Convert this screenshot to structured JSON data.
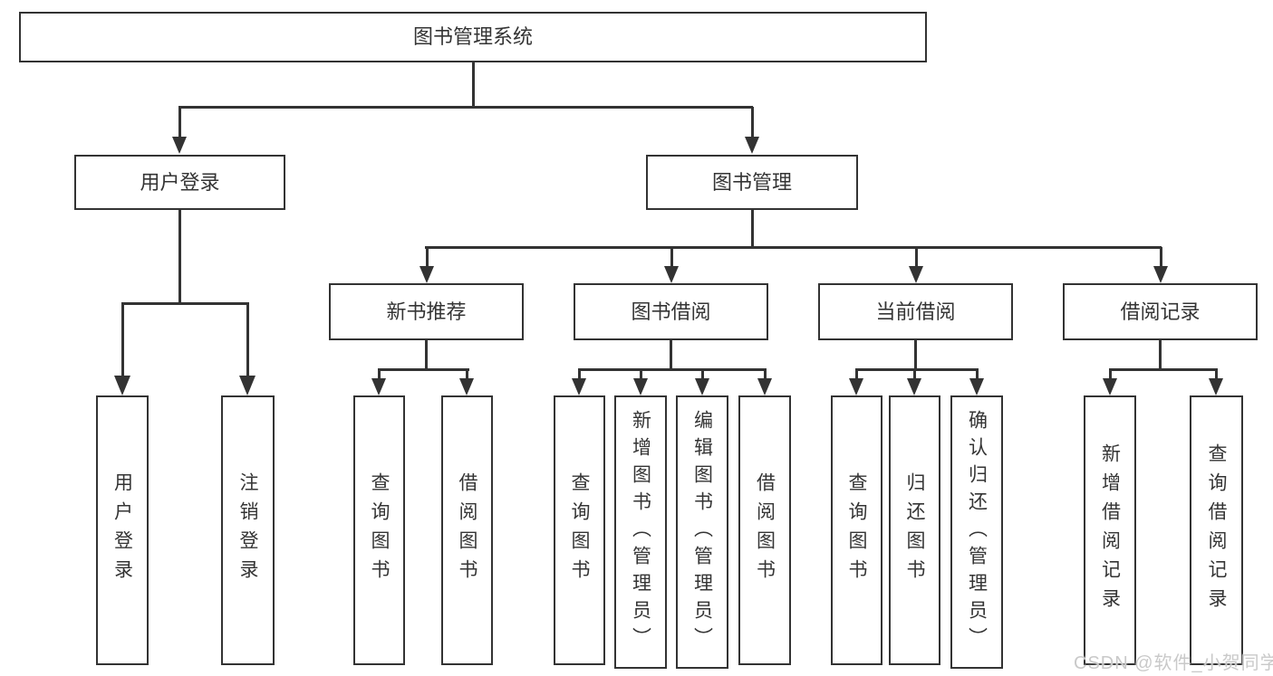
{
  "diagram": {
    "root": {
      "label": "图书管理系统"
    },
    "branches": [
      {
        "label": "用户登录",
        "children": [
          {
            "label": "用户登录"
          },
          {
            "label": "注销登录"
          }
        ]
      },
      {
        "label": "图书管理",
        "children": [
          {
            "label": "新书推荐",
            "children": [
              {
                "label": "查询图书"
              },
              {
                "label": "借阅图书"
              }
            ]
          },
          {
            "label": "图书借阅",
            "children": [
              {
                "label": "查询图书"
              },
              {
                "label": "新增图书（管理员）"
              },
              {
                "label": "编辑图书（管理员）"
              },
              {
                "label": "借阅图书"
              }
            ]
          },
          {
            "label": "当前借阅",
            "children": [
              {
                "label": "查询图书"
              },
              {
                "label": "归还图书"
              },
              {
                "label": "确认归还（管理员）"
              }
            ]
          },
          {
            "label": "借阅记录",
            "children": [
              {
                "label": "新增借阅记录"
              },
              {
                "label": "查询借阅记录"
              }
            ]
          }
        ]
      }
    ],
    "watermark": "CSDN @软件_小贺同学",
    "colors": {
      "line": "#333333",
      "text": "#343434",
      "box_background": "#ffffff",
      "page_background": "#ffffff",
      "watermark": "#c9c9c9"
    }
  }
}
